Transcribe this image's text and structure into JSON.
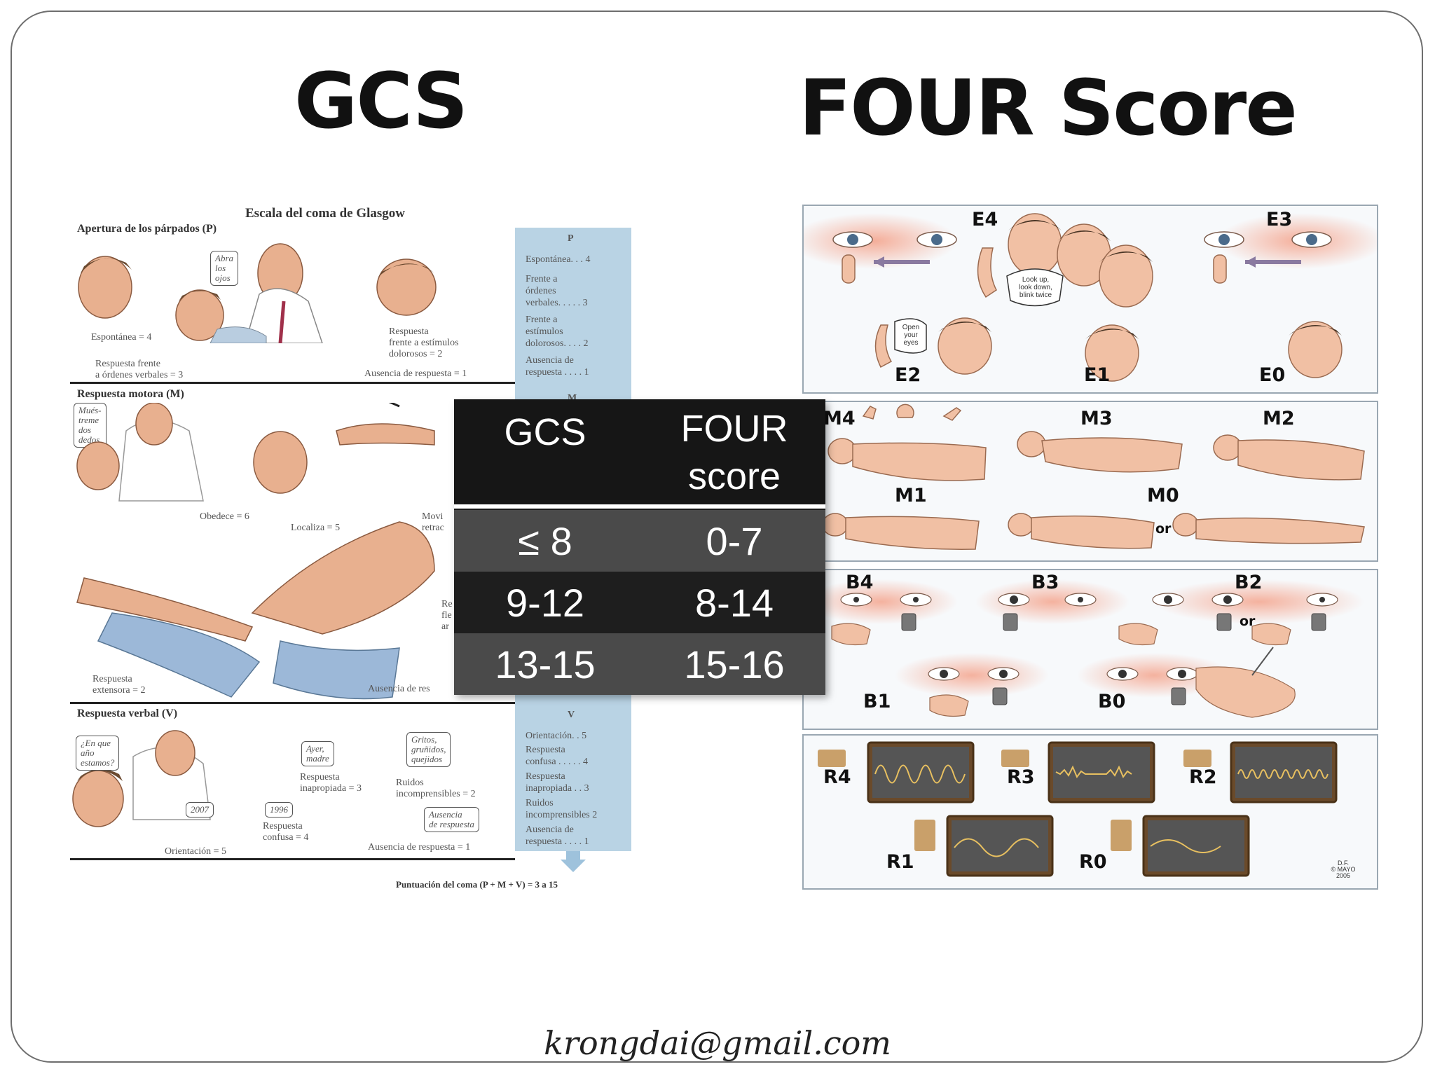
{
  "slide": {
    "title_left": "GCS",
    "title_right": "FOUR Score",
    "footer": "krongdai@gmail.com"
  },
  "gcs_figure": {
    "title": "Escala del coma de Glasgow",
    "sections": [
      {
        "heading": "Apertura de los párpados (P)",
        "side_letter": "P",
        "side_items": [
          "Espontánea. . . 4",
          "Frente a\nórdenes\nverbales. . . . . 3",
          "Frente a\nestímulos\ndolorosos. . . . 2",
          "Ausencia de\nrespuesta . . . . 1"
        ],
        "captions": [
          "Espontánea = 4",
          "Respuesta frente\na órdenes verbales = 3",
          "Respuesta\nfrente a estímulos\ndolorosos = 2",
          "Ausencia de respuesta = 1"
        ],
        "bubbles": [
          "Abra\nlos\nojos"
        ]
      },
      {
        "heading": "Respuesta motora (M)",
        "side_letter": "M",
        "captions": [
          "Obedece = 6",
          "Localiza = 5",
          "Movi\nretrac",
          "Re\nfle\nar",
          "Respuesta\nextensora = 2",
          "Ausencia de res"
        ],
        "bubbles": [
          "Mués-\ntreme\ndos\ndedos"
        ]
      },
      {
        "heading": "Respuesta verbal (V)",
        "side_letter": "V",
        "side_items": [
          "Orientación. . 5",
          "Respuesta\nconfusa . . . . . 4",
          "Respuesta\ninapropiada . . 3",
          "Ruidos\nincomprensibles 2",
          "Ausencia de\nrespuesta . . . . 1"
        ],
        "captions": [
          "Orientación = 5",
          "Respuesta\nconfusa = 4",
          "Respuesta\ninapropiada = 3",
          "Ruidos\nincomprensibles = 2",
          "Ausencia de respuesta = 1"
        ],
        "bubbles": [
          "¿En que\naño\nestamos?",
          "2007",
          "1996",
          "Ayer,\nmadre",
          "Gritos,\ngruñidos,\nquejidos",
          "Ausencia\nde respuesta"
        ]
      }
    ],
    "total": "Puntuación del coma (P + M + V) = 3 a 15"
  },
  "four_figure": {
    "eye_labels": [
      "E4",
      "E3",
      "E2",
      "E1",
      "E0"
    ],
    "eye_bubbles": [
      "Look up,\nlook down,\nblink twice",
      "Open\nyour\neyes"
    ],
    "motor_labels": [
      "M4",
      "M3",
      "M2",
      "M1",
      "M0"
    ],
    "motor_or": "or",
    "brainstem_labels": [
      "B4",
      "B3",
      "B2",
      "B1",
      "B0"
    ],
    "brainstem_or": "or",
    "resp_labels": [
      "R4",
      "R3",
      "R2",
      "R1",
      "R0"
    ],
    "credit": "D.F.\n© MAYO\n2005"
  },
  "comparison": {
    "headers": [
      "GCS",
      "FOUR\nscore"
    ],
    "rows": [
      [
        "≤ 8",
        "0-7"
      ],
      [
        "9-12",
        "8-14"
      ],
      [
        "13-15",
        "15-16"
      ]
    ],
    "colors": {
      "header_bg": "#161616",
      "row_odd": "#4a4a4a",
      "row_even": "#1e1e1e",
      "text": "#ffffff"
    }
  }
}
